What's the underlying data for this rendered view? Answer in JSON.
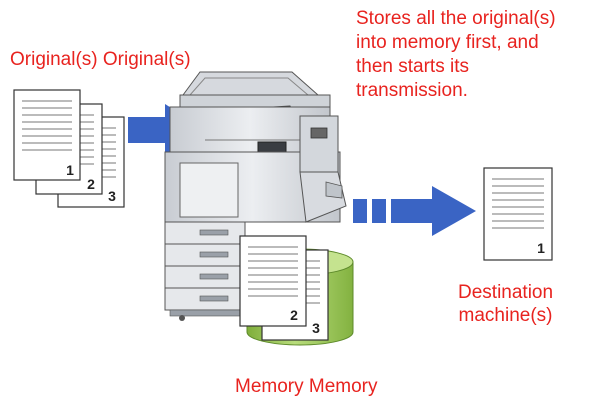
{
  "labels": {
    "originals_text": "Original(s) Original(s)",
    "description_lines": [
      "Stores all the original(s)",
      "into memory first, and",
      "then starts its",
      "transmission."
    ],
    "destination_lines": [
      "Destination",
      "machine(s)"
    ],
    "memory_text": "Memory Memory"
  },
  "original_pages": [
    "1",
    "2",
    "3"
  ],
  "memory_pages": [
    "2",
    "3"
  ],
  "destination_pages": [
    "1"
  ],
  "icons": {
    "arrow_in": "right-arrow-icon",
    "arrow_out": "dashed-right-arrow-icon",
    "machine": "multifunction-printer-icon",
    "memory": "memory-cylinder-icon"
  },
  "colors": {
    "label_text": "#e8231f",
    "arrow": "#3a64c4",
    "memory_fill": "#a9d06a",
    "machine_body": "#e4e6ea"
  }
}
